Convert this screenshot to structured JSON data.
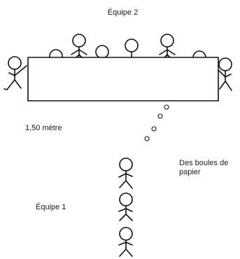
{
  "labels": {
    "team_2": "Équipe 2",
    "distance": "1,50 mètre",
    "paper_balls": "Des boules de papier",
    "team_1": "Équipe 1"
  },
  "team_2_member_count": 8,
  "team_1_member_count": 3,
  "paper_ball_count": 4
}
